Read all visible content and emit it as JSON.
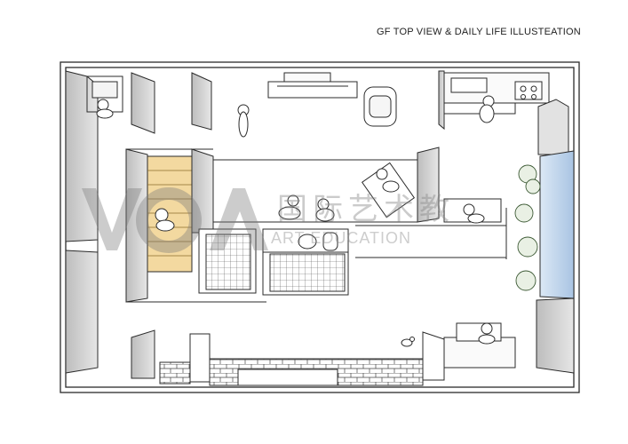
{
  "header": {
    "title": "GF  TOP VIEW & DAILY LIFE ILLUSTEATION"
  },
  "watermark": {
    "chinese_text": "国际艺术教",
    "english_text": "ART EDUCATION",
    "logo_lettering": "VOA"
  },
  "colors": {
    "line": "#2b2b2b",
    "wall_shadow": "#cfcfcf",
    "stair_highlight": "#f3d9a0",
    "light_well": "#bcd3ea",
    "tile_line": "#3a3a3a",
    "plant_green": "#7a9a6a"
  },
  "icons": {
    "people": "person-icon",
    "plants": "plant-icon",
    "cat": "cat-icon"
  }
}
